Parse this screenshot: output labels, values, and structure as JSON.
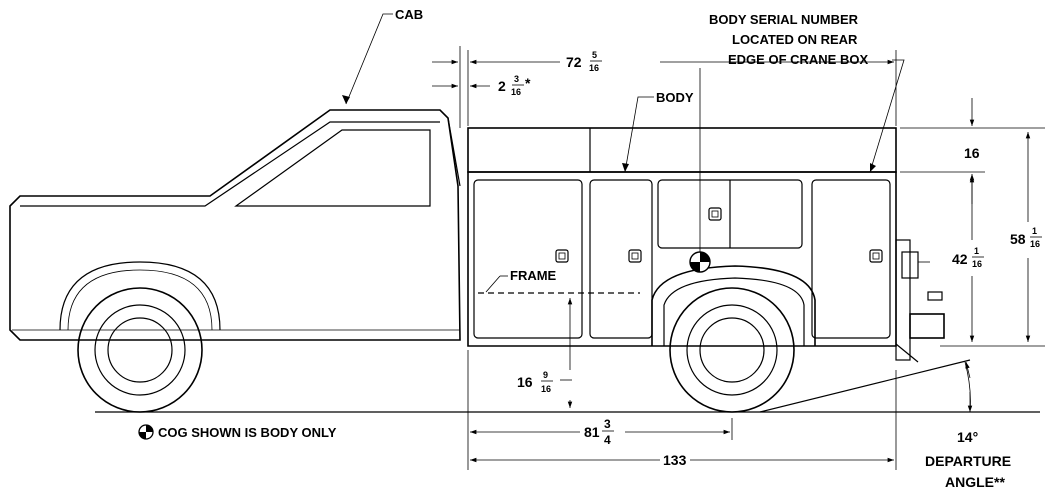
{
  "labels": {
    "cab": "CAB",
    "body": "BODY",
    "frame": "FRAME",
    "serial_line1": "BODY SERIAL NUMBER",
    "serial_line2": "LOCATED ON REAR",
    "serial_line3": "EDGE OF CRANE BOX",
    "cog_note": "COG SHOWN IS BODY ONLY",
    "departure_line1": "DEPARTURE",
    "departure_line2": "ANGLE**"
  },
  "dimensions": {
    "body_length": {
      "whole": "72",
      "num": "5",
      "den": "16"
    },
    "cab_gap": {
      "whole": "2",
      "num": "3",
      "den": "16",
      "suffix": "*"
    },
    "top_box_height": {
      "whole": "16"
    },
    "body_height": {
      "whole": "42",
      "num": "1",
      "den": "16"
    },
    "overall_height": {
      "whole": "58",
      "num": "1",
      "den": "16"
    },
    "frame_height": {
      "whole": "16",
      "num": "9",
      "den": "16"
    },
    "cog_to_axle": {
      "whole": "81",
      "num": "3",
      "den": "4"
    },
    "overall_length": {
      "whole": "133"
    },
    "departure_angle": "14°"
  },
  "colors": {
    "line": "#000000",
    "background": "#ffffff"
  }
}
